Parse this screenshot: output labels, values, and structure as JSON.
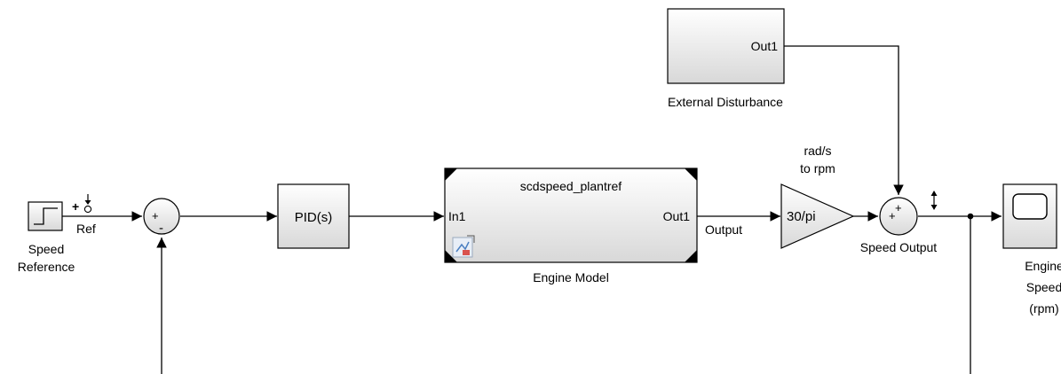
{
  "blocks": {
    "step": {
      "label_line1": "Speed",
      "label_line2": "Reference",
      "port": "Ref"
    },
    "pid": {
      "text": "PID(s)"
    },
    "engine": {
      "title": "scdspeed_plantref",
      "in_port": "In1",
      "out_port": "Out1",
      "label": "Engine Model"
    },
    "disturbance": {
      "out_port": "Out1",
      "label": "External Disturbance"
    },
    "gain": {
      "text": "30/pi",
      "label_line1": "rad/s",
      "label_line2": "to rpm"
    },
    "sum1": {
      "signs": [
        "+",
        "-"
      ]
    },
    "sum2": {
      "signs": [
        "+",
        "+"
      ],
      "label": "Speed Output"
    },
    "scope": {
      "label_line1": "Engine",
      "label_line2": "Speed",
      "label_line3": "(rpm)"
    }
  },
  "signals": {
    "engine_output": "Output"
  },
  "icons": [
    "step-icon",
    "scope-icon",
    "subsystem-link-icon",
    "linearization-io-icon"
  ]
}
